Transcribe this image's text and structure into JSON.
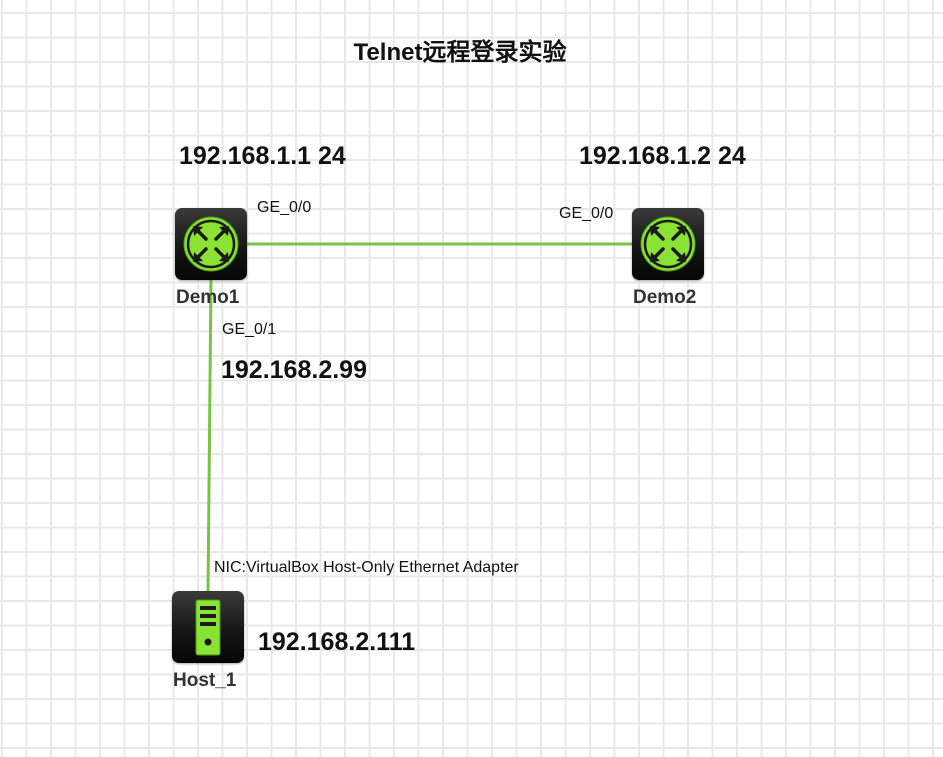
{
  "diagram": {
    "title": "Telnet远程登录实验",
    "link_color": "#76c442",
    "device_accent": "#8ae234",
    "devices": [
      {
        "label": "Demo1",
        "type": "router-icon"
      },
      {
        "label": "Demo2",
        "type": "router-icon"
      },
      {
        "label": "Host_1",
        "type": "host-icon"
      }
    ],
    "ports": {
      "demo1_ge00": "GE_0/0",
      "demo2_ge00": "GE_0/0",
      "demo1_ge01": "GE_0/1",
      "host1_nic": "NIC:VirtualBox Host-Only Ethernet Adapter"
    },
    "ip_labels": {
      "demo1": "192.168.1.1 24",
      "demo2": "192.168.1.2 24",
      "demo1_ge01": "192.168.2.99",
      "host1": "192.168.2.111"
    }
  }
}
